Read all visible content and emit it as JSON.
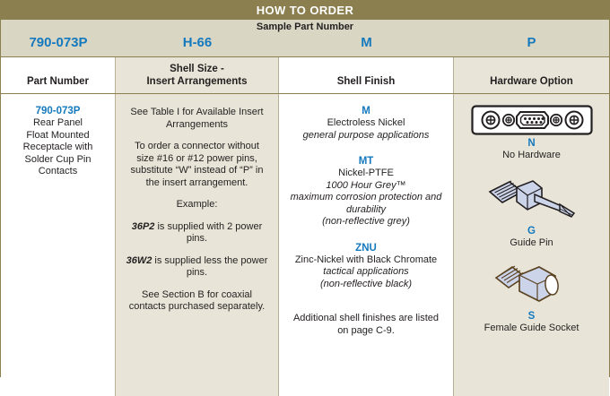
{
  "header": {
    "title": "HOW TO ORDER",
    "sample_label": "Sample Part Number",
    "sample_codes": [
      "790-073P",
      "H-66",
      "M",
      "P"
    ]
  },
  "columns": {
    "headers": [
      "Part Number",
      "Shell Size -\nInsert Arrangements",
      "Shell Finish",
      "Hardware Option"
    ],
    "header_part_number": "Part Number",
    "header_shell_size_line1": "Shell Size -",
    "header_shell_size_line2": "Insert Arrangements",
    "header_shell_finish": "Shell Finish",
    "header_hardware_option": "Hardware Option"
  },
  "part_number": {
    "code": "790-073P",
    "description_line1": "Rear Panel",
    "description_line2": "Float Mounted",
    "description_line3": "Receptacle with",
    "description_line4": "Solder Cup Pin",
    "description_line5": "Contacts"
  },
  "shell_size": {
    "intro": "See Table I for Available Insert Arrangements",
    "substitution_note": "To order a connector without size #16 or #12 power pins, substitute “W” instead of “P” in the insert arrangement.",
    "example_label": "Example:",
    "example1_code": "36P2",
    "example1_text": " is supplied with 2 power pins.",
    "example2_code": "36W2",
    "example2_text": " is supplied less the power pins.",
    "coax_note": "See Section B for coaxial contacts purchased separately."
  },
  "shell_finish": {
    "options": [
      {
        "code": "M",
        "name": "Electroless Nickel",
        "notes": [
          "general purpose applications"
        ]
      },
      {
        "code": "MT",
        "name": "Nickel-PTFE",
        "notes": [
          "1000 Hour Grey™",
          "maximum corrosion protection and durability",
          "(non-reflective grey)"
        ]
      },
      {
        "code": "ZNU",
        "name": "Zinc-Nickel with Black Chromate",
        "notes": [
          "tactical applications",
          "(non-reflective black)"
        ]
      }
    ],
    "footnote": "Additional shell finishes are listed on page C-9."
  },
  "hardware_option": {
    "options": [
      {
        "icon": "dsub-connector-no-hardware-icon",
        "code": "N",
        "label": "No Hardware"
      },
      {
        "icon": "guide-pin-icon",
        "code": "G",
        "label": "Guide Pin"
      },
      {
        "icon": "female-guide-socket-icon",
        "code": "S",
        "label": "Female Guide Socket"
      }
    ]
  },
  "colors": {
    "header_bar": "#8c7f4f",
    "sample_band": "#d9d6c4",
    "column_beige": "#e8e5d8",
    "accent_blue": "#1579bd",
    "text": "#231f20",
    "divider": "#b9b296"
  }
}
